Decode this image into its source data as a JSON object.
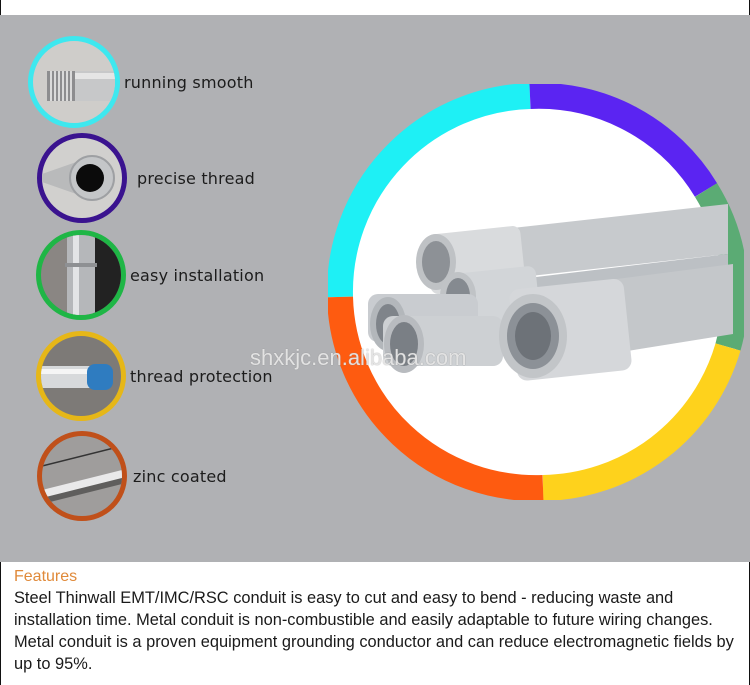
{
  "features": [
    {
      "label": "running smooth",
      "ring_color": "#3ee8ef",
      "icon": "threaded-pipe-end-icon"
    },
    {
      "label": "precise thread",
      "ring_color": "#3a138f",
      "icon": "pipe-opening-icon"
    },
    {
      "label": "easy installation",
      "ring_color": "#1fb646",
      "icon": "coupling-icon"
    },
    {
      "label": "thread protection",
      "ring_color": "#e6b718",
      "icon": "blue-cap-pipe-icon"
    },
    {
      "label": "zinc coated",
      "ring_color": "#c0501a",
      "icon": "zinc-pipe-icon"
    }
  ],
  "hero": {
    "ring_segments": [
      {
        "color": "#1ef0f5",
        "from_deg": 270,
        "to_deg": 360
      },
      {
        "color": "#5b24f2",
        "from_deg": 0,
        "to_deg": 55
      },
      {
        "color": "#5bab74",
        "from_deg": 55,
        "to_deg": 110
      },
      {
        "color": "#fed21c",
        "from_deg": 110,
        "to_deg": 182
      },
      {
        "color": "#fe5b10",
        "from_deg": 182,
        "to_deg": 270
      }
    ],
    "watermark": "shxkjc.en.alibaba.com"
  },
  "description": {
    "title": "Features",
    "body": "Steel Thinwall EMT/IMC/RSC conduit is easy to cut and easy to bend - reducing waste and installation time. Metal conduit is non-combustible and easily adaptable to future wiring changes. Metal conduit is a proven equipment grounding conductor and can reduce electromagnetic fields by up to 95%."
  }
}
